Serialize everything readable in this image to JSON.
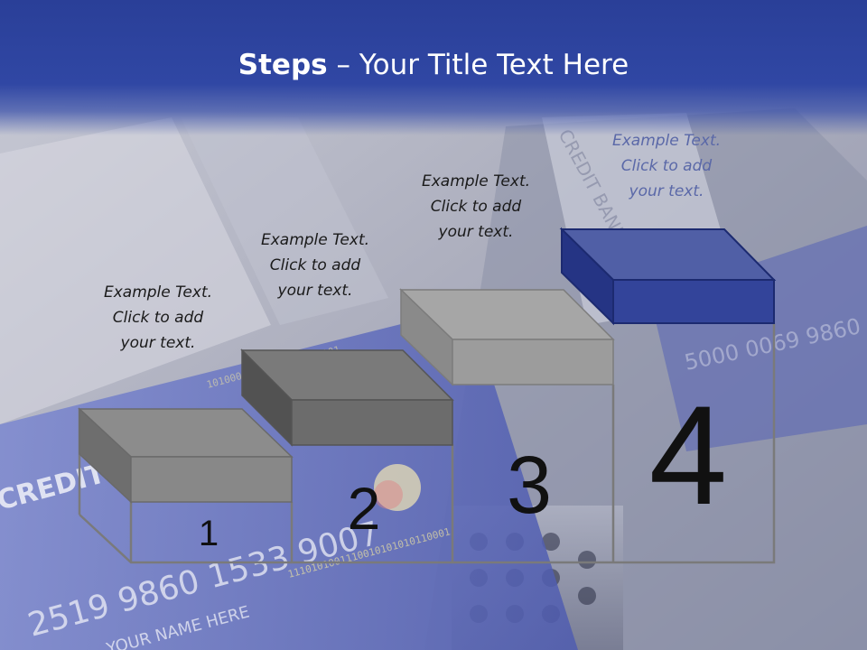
{
  "title": {
    "bold": "Steps",
    "rest": " – Your Title Text Here"
  },
  "steps": [
    {
      "number": "1",
      "lines": [
        "Example Text.",
        "Click  to add",
        "your text."
      ]
    },
    {
      "number": "2",
      "lines": [
        "Example Text.",
        "Click  to add",
        "your text."
      ]
    },
    {
      "number": "3",
      "lines": [
        "Example Text.",
        "Click  to add",
        "your text."
      ]
    },
    {
      "number": "4",
      "lines": [
        "Example Text.",
        "Click  to add",
        "your text."
      ]
    }
  ],
  "background": {
    "card_text": "CREDIT",
    "card_numbers": "2519  9860  1533  9007",
    "card_name": "YOUR NAME HERE",
    "binary_1": "1110101001110010101010110001",
    "binary_2": "10100010101010001110101",
    "bank_text": "CREDIT BANK",
    "right_card_numbers": "5000  0069  9860"
  },
  "colors": {
    "title_band": "#2c419c",
    "block_gray": "#808080",
    "block_blue": "#2f3f98",
    "outline": "#7a7a7a"
  }
}
